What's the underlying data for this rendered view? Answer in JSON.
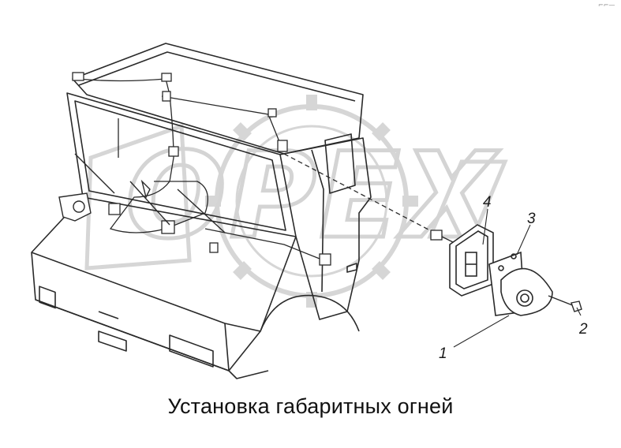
{
  "title": "Установка габаритных огней",
  "watermark": "OPEX",
  "callouts": [
    "1",
    "2",
    "3",
    "4"
  ],
  "corner_mark": "⌐⌐—",
  "colors": {
    "line": "#2a2a2a",
    "watermark": "#d9d9d9",
    "background": "#ffffff"
  }
}
